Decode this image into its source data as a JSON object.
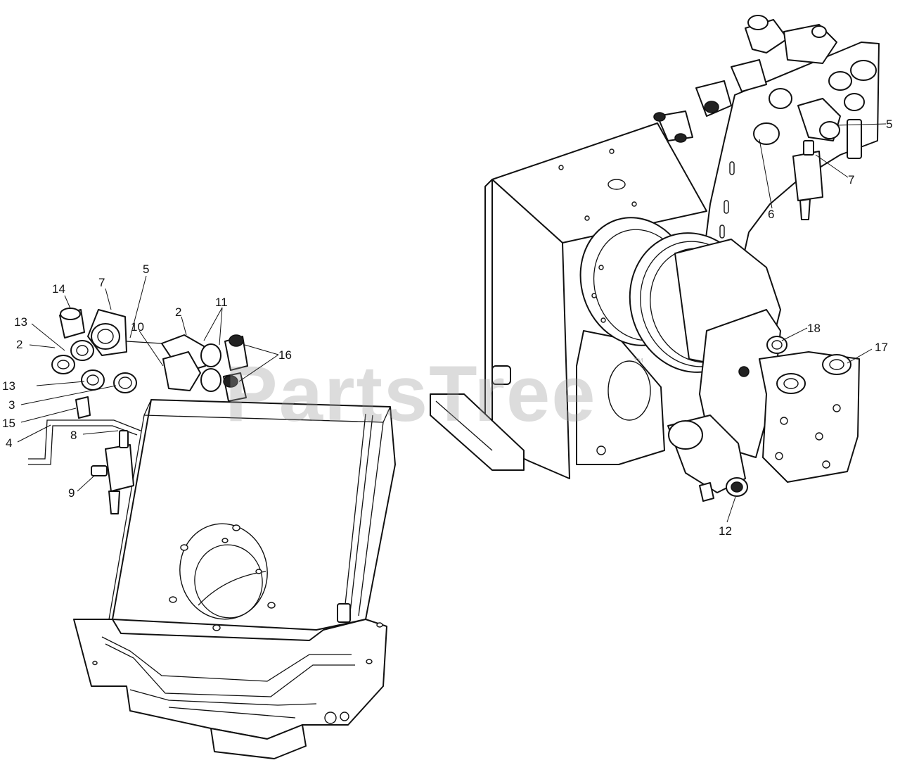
{
  "watermark": {
    "text": "PartsTree",
    "trademark": "™"
  },
  "callouts": [
    {
      "id": "c-14a",
      "label": "14"
    },
    {
      "id": "c-7a",
      "label": "7"
    },
    {
      "id": "c-5a",
      "label": "5"
    },
    {
      "id": "c-13a",
      "label": "13"
    },
    {
      "id": "c-2a",
      "label": "2"
    },
    {
      "id": "c-10",
      "label": "10"
    },
    {
      "id": "c-2b",
      "label": "2"
    },
    {
      "id": "c-11",
      "label": "11"
    },
    {
      "id": "c-16",
      "label": "16"
    },
    {
      "id": "c-13b",
      "label": "13"
    },
    {
      "id": "c-3",
      "label": "3"
    },
    {
      "id": "c-15",
      "label": "15"
    },
    {
      "id": "c-4",
      "label": "4"
    },
    {
      "id": "c-8",
      "label": "8"
    },
    {
      "id": "c-9",
      "label": "9"
    },
    {
      "id": "c-5b",
      "label": "5"
    },
    {
      "id": "c-7b",
      "label": "7"
    },
    {
      "id": "c-6",
      "label": "6"
    },
    {
      "id": "c-18",
      "label": "18"
    },
    {
      "id": "c-17",
      "label": "17"
    },
    {
      "id": "c-12",
      "label": "12"
    }
  ]
}
